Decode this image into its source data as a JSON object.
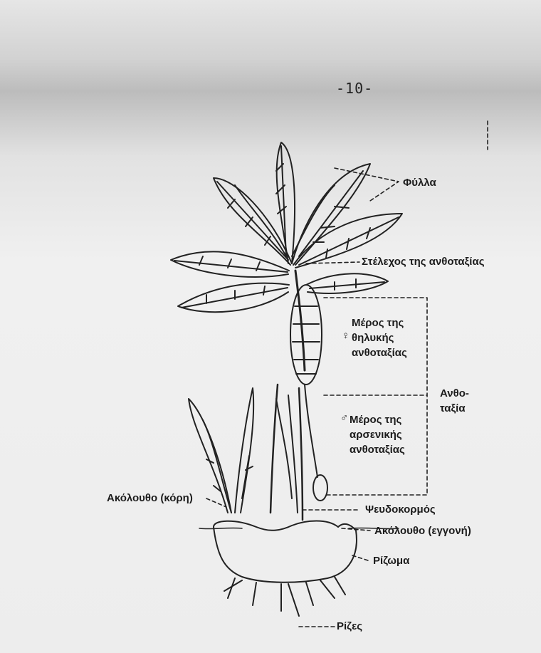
{
  "page_number": "-10-",
  "labels": {
    "leaves": "Φύλλα",
    "inflorescence_stem": "Στέλεχος της ανθοταξίας",
    "female_symbol": "♀",
    "female_part_line1": "Μέρος της",
    "female_part_line2": "θηλυκής",
    "female_part_line3": "ανθοταξίας",
    "male_symbol": "♂",
    "male_part_line1": "Μέρος της",
    "male_part_line2": "αρσενικής",
    "male_part_line3": "ανθοταξίας",
    "inflorescence_line1": "Ανθο-",
    "inflorescence_line2": "ταξία",
    "sucker_daughter": "Ακόλουθο (κόρη)",
    "pseudostem": "Ψευδοκορμός",
    "sucker_grandchild": "Ακόλουθο (εγγονή)",
    "rhizome": "Ρίζωμα",
    "roots": "Ρίζες"
  },
  "colors": {
    "ink": "#1c1c1c",
    "paper": "#ededed",
    "shade": "#bcbcbc"
  }
}
